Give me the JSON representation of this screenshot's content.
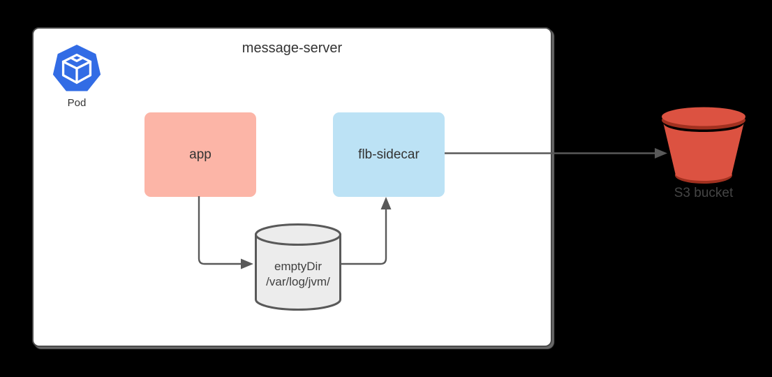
{
  "diagram": {
    "title": "message-server",
    "pod": {
      "label": "Pod",
      "icon": "kubernetes-pod-icon"
    },
    "nodes": {
      "app": {
        "label": "app"
      },
      "flb_sidecar": {
        "label": "flb-sidecar"
      },
      "emptydir": {
        "line1": "emptyDir",
        "line2": "/var/log/jvm/"
      },
      "s3": {
        "label": "S3 bucket",
        "icon": "s3-bucket-icon"
      }
    },
    "edges": [
      {
        "from": "app",
        "to": "emptydir-volume",
        "direction": "down-right"
      },
      {
        "from": "emptydir-volume",
        "to": "flb-sidecar",
        "direction": "right-up"
      },
      {
        "from": "flb-sidecar",
        "to": "s3-bucket",
        "direction": "right"
      }
    ]
  },
  "colors": {
    "background": "#000000",
    "boundary_fill": "#FFFFFF",
    "boundary_stroke": "#4A4A4A",
    "boundary_shadow": "#696969",
    "app_fill": "#FCB5A7",
    "flb_fill": "#BCE2F5",
    "cylinder_fill": "#ECECEC",
    "shape_stroke": "#595959",
    "arrow": "#595959",
    "k8s_blue": "#326CE5",
    "bucket_red": "#DC5241",
    "bucket_dark_red": "#A23120",
    "text_dark": "#333333",
    "s3_label": "#454545"
  }
}
